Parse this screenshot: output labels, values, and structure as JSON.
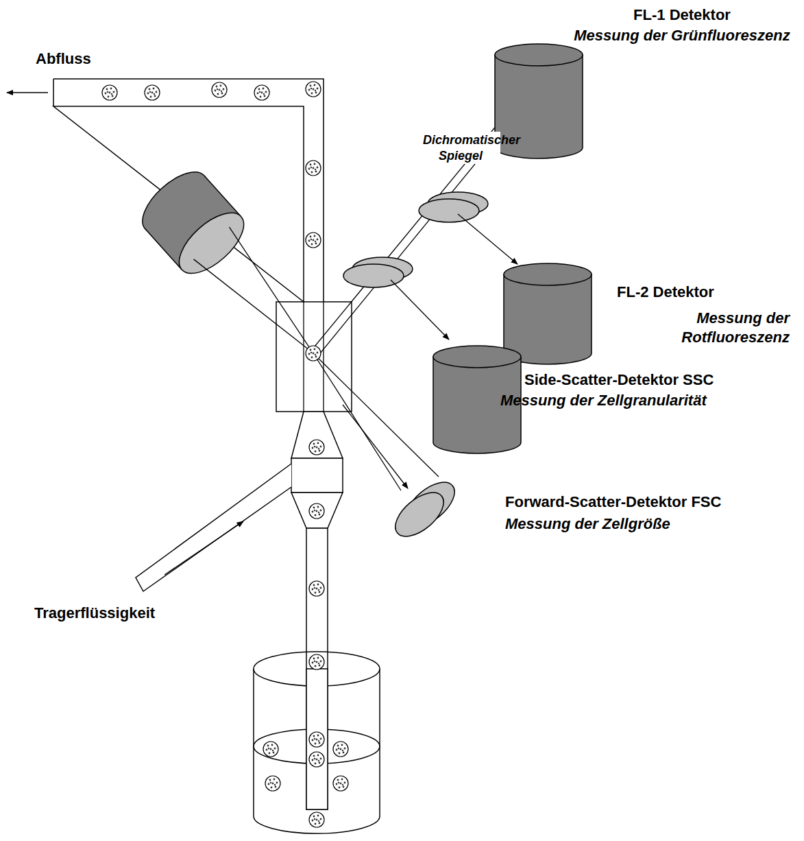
{
  "diagram": {
    "labels": [
      "Abfluss",
      "FL-1 Detektor",
      "Messung der Grünfluoreszenz",
      "Dichromatischer Spiegel",
      "FL-2 Detektor",
      "Messung der Rotfluoreszenz",
      "Side-Scatter-Detektor SSC",
      "Messung der Zellgranularität",
      "Forward-Scatter-Detektor FSC",
      "Messung der Zellgröße",
      "Tragerflüssigkeit"
    ]
  }
}
